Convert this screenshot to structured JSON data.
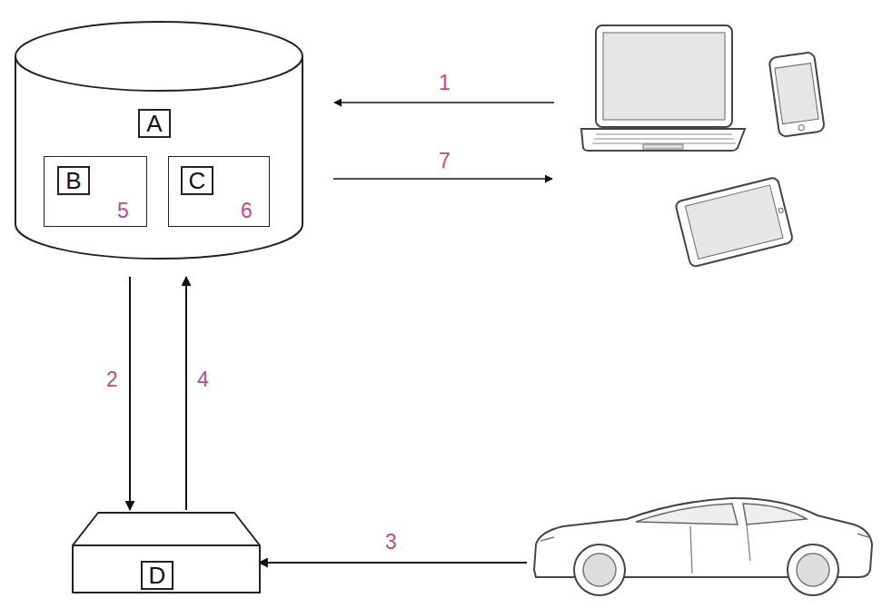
{
  "diagram": {
    "nodes": [
      {
        "text": [
          "A"
        ]
      },
      {
        "text": [
          "B",
          "5"
        ],
        "in": 0
      },
      {
        "text": [
          "C",
          "6"
        ],
        "in": 0
      },
      {
        "text": [
          "D"
        ]
      }
    ],
    "edges": [
      {
        "from": 0,
        "to": 3,
        "arrow": "to",
        "label": "2"
      },
      {
        "from": 3,
        "to": 0,
        "arrow": "to",
        "label": "4"
      }
    ],
    "labels": [
      "1",
      "7",
      "3"
    ]
  }
}
